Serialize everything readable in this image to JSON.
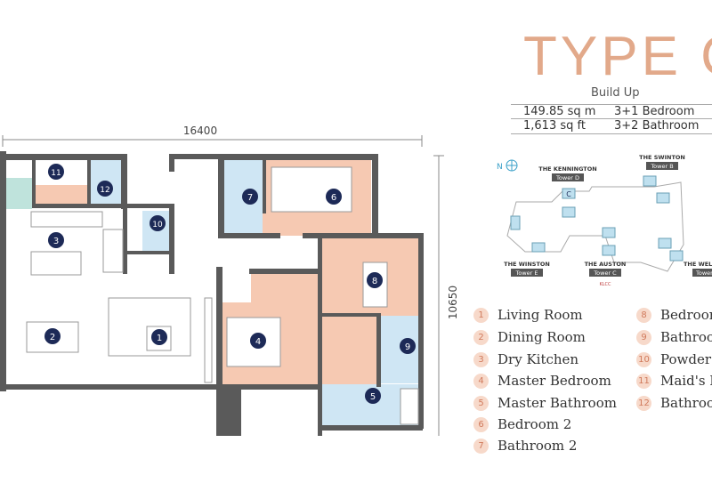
{
  "title": "TYPE C",
  "build_up": {
    "heading": "Build Up",
    "rows": [
      [
        "149.85 sq m",
        "3+1 Bedroom"
      ],
      [
        "1,613 sq ft",
        "3+2 Bathroom"
      ]
    ]
  },
  "plan": {
    "width_dim": "16400",
    "depth_dim": "10650",
    "room_markers": [
      "1",
      "2",
      "3",
      "4",
      "5",
      "6",
      "7",
      "8",
      "9",
      "10",
      "11",
      "12"
    ],
    "colors": {
      "bedroom": "#f6c9b2",
      "bathroom": "#cfe6f4",
      "entry": "#bfe3dc",
      "wall": "#5a5a5a",
      "marker": "#1d2a57"
    }
  },
  "key_plan": {
    "north": "N",
    "towers": [
      {
        "name": "THE KENNINGTON",
        "tower": "Tower D"
      },
      {
        "name": "THE SWINTON",
        "tower": "Tower B"
      },
      {
        "name": "THE WINSTON",
        "tower": "Tower E"
      },
      {
        "name": "THE AUSTON",
        "tower": "Tower C"
      },
      {
        "name": "THE WELLI",
        "tower": "Tower"
      }
    ],
    "unit_label": "C",
    "landmark": "KLCC"
  },
  "legend": [
    {
      "n": "1",
      "label": "Living Room"
    },
    {
      "n": "2",
      "label": "Dining Room"
    },
    {
      "n": "3",
      "label": "Dry Kitchen"
    },
    {
      "n": "4",
      "label": "Master Bedroom"
    },
    {
      "n": "5",
      "label": "Master Bathroom"
    },
    {
      "n": "6",
      "label": "Bedroom 2"
    },
    {
      "n": "7",
      "label": "Bathroom 2"
    },
    {
      "n": "8",
      "label": "Bedroom"
    },
    {
      "n": "9",
      "label": "Bathroo"
    },
    {
      "n": "10",
      "label": "Powder"
    },
    {
      "n": "11",
      "label": "Maid's R"
    },
    {
      "n": "12",
      "label": "Bathroo"
    }
  ]
}
